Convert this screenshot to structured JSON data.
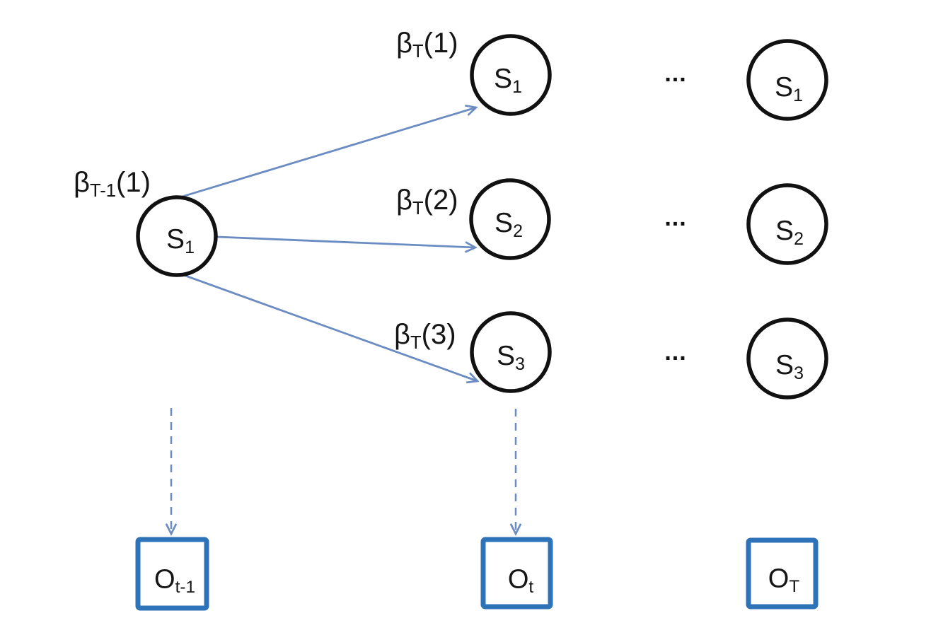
{
  "diagram": {
    "kind": "hmm-backward-algorithm",
    "colors": {
      "background": "#ffffff",
      "circle_stroke": "#111111",
      "arrow_blue": "#6b8cc3",
      "box_blue": "#2e73b8",
      "text": "#151515"
    },
    "beta_labels": {
      "prev": {
        "base": "β",
        "sub": "T-1",
        "arg": "(1)"
      },
      "b1": {
        "base": "β",
        "sub": "T",
        "arg": "(1)"
      },
      "b2": {
        "base": "β",
        "sub": "T",
        "arg": "(2)"
      },
      "b3": {
        "base": "β",
        "sub": "T",
        "arg": "(3)"
      }
    },
    "states": {
      "left_s1": {
        "base": "S",
        "sub": "1"
      },
      "mid_s1": {
        "base": "S",
        "sub": "1"
      },
      "mid_s2": {
        "base": "S",
        "sub": "2"
      },
      "mid_s3": {
        "base": "S",
        "sub": "3"
      },
      "right_s1": {
        "base": "S",
        "sub": "1"
      },
      "right_s2": {
        "base": "S",
        "sub": "2"
      },
      "right_s3": {
        "base": "S",
        "sub": "3"
      }
    },
    "observations": {
      "o_t_minus_1": {
        "base": "O",
        "sub": "t-1"
      },
      "o_t": {
        "base": "O",
        "sub": "t"
      },
      "o_T": {
        "base": "O",
        "sub": "T"
      }
    },
    "ellipsis": {
      "row1": "...",
      "row2": "...",
      "row3": "..."
    }
  }
}
